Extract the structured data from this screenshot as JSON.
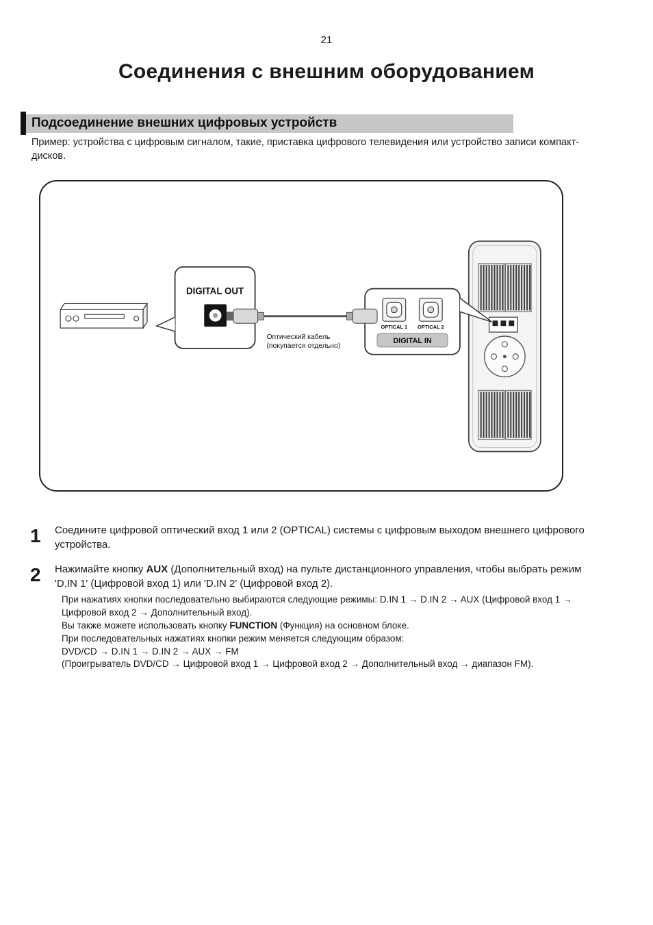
{
  "page": {
    "number": "21",
    "title": "Соединения с внешним оборудованием"
  },
  "section": {
    "heading": "Подсоединение внешних цифровых устройств",
    "intro": "Пример: устройства с цифровым сигналом, такие, приставка цифрового телевидения или устройство записи компакт-дисков."
  },
  "diagram": {
    "digital_out": "DIGITAL OUT",
    "optical1": "OPTICAL 1",
    "optical2": "OPTICAL 2",
    "digital_in": "DIGITAL IN",
    "cable_note_1": "Оптический кабель",
    "cable_note_2": "(покупается отдельно)"
  },
  "steps": {
    "step1": {
      "num": "1",
      "text": "Соедините цифровой оптический вход 1 или 2 (OPTICAL) системы с цифровым выходом внешнего цифрового устройства."
    },
    "step2": {
      "num": "2",
      "t1": "Нажимайте кнопку ",
      "b1": "AUX",
      "t2": " (Дополнительный вход) на пульте дистанционного управления, чтобы выбрать режим 'D.IN 1' (Цифровой вход 1) или 'D.IN 2' (Цифровой вход 2).",
      "sub1": "При нажатиях кнопки последовательно выбираются следующие режимы: D.IN 1 → D.IN 2 → AUX (Цифровой вход 1 → Цифровой вход 2 → Дополнительный вход).",
      "sub2a": "Вы также можете использовать кнопку ",
      "sub2b": "FUNCTION",
      "sub2c": " (Функция) на основном блоке.",
      "sub3": "При последовательных нажатиях кнопки режим меняется следующим образом:",
      "sub4": "DVD/CD → D.IN 1 → D.IN 2 → AUX → FM",
      "sub5": "(Проигрыватель DVD/CD → Цифровой вход 1 → Цифровой вход 2 → Дополнительный вход → диапазон FM)."
    }
  }
}
